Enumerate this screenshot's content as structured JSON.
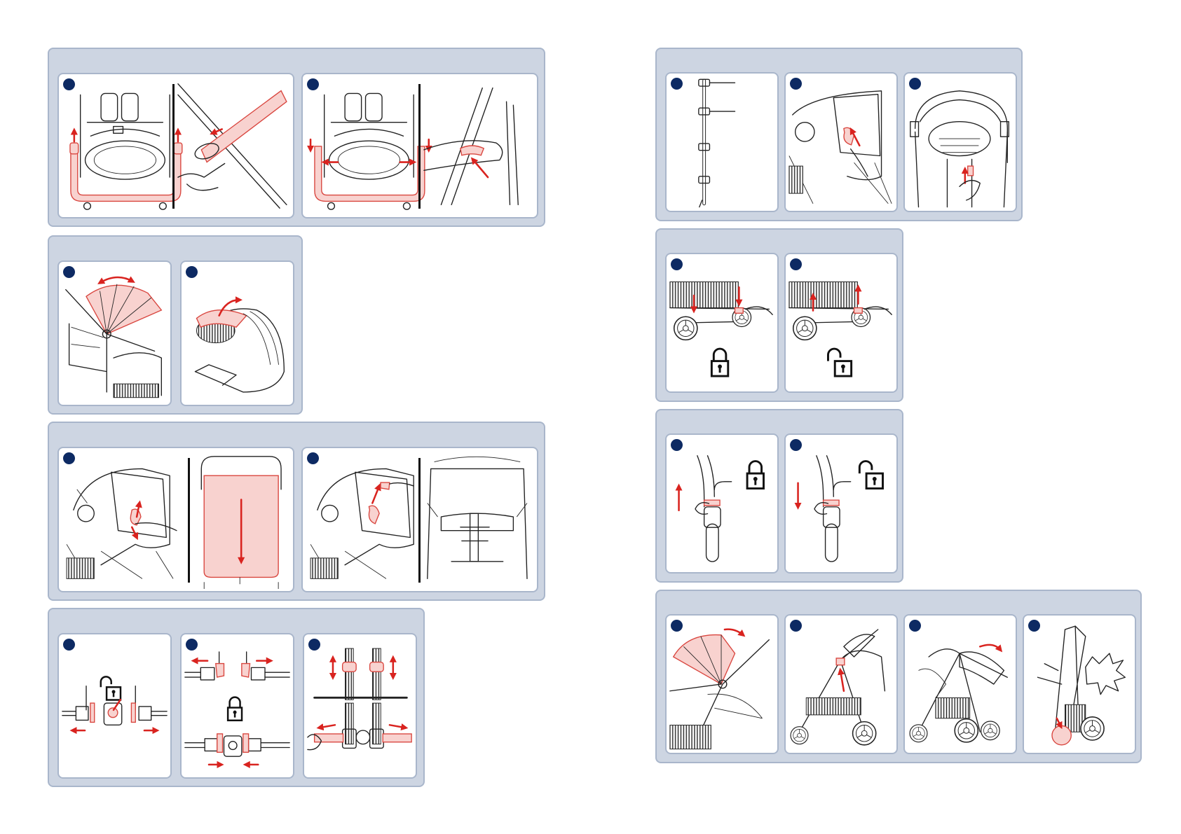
{
  "page": {
    "accent_color": "#0d2a63",
    "highlight_color": "#d9231f",
    "group_background": "#cdd5e2"
  },
  "groups": [
    {
      "id": "A",
      "panels": 2,
      "step_badges": [
        "dot",
        "dot"
      ]
    },
    {
      "id": "B",
      "panels": 2,
      "step_badges": [
        "dot",
        "dot"
      ]
    },
    {
      "id": "C",
      "panels": 2,
      "step_badges": [
        "dot",
        "dot"
      ]
    },
    {
      "id": "D",
      "panels": 3,
      "step_badges": [
        "dot",
        "dot",
        "dot"
      ]
    },
    {
      "id": "E",
      "panels": 3,
      "step_badges": [
        "dot",
        "dot",
        "dot"
      ]
    },
    {
      "id": "F",
      "panels": 2,
      "step_badges": [
        "dot",
        "dot"
      ],
      "icons": [
        "lock-icon",
        "unlock-icon"
      ]
    },
    {
      "id": "G",
      "panels": 2,
      "step_badges": [
        "dot",
        "dot"
      ],
      "icons": [
        "lock-icon",
        "unlock-icon"
      ]
    },
    {
      "id": "H",
      "panels": 4,
      "step_badges": [
        "dot",
        "dot",
        "dot",
        "dot"
      ]
    }
  ]
}
